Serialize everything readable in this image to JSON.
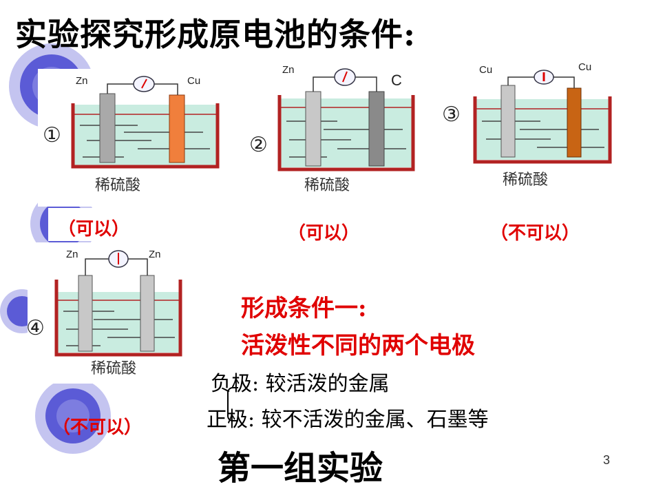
{
  "slide": {
    "title": "实验探究形成原电池的条件:",
    "page_number": "3",
    "footer": "第一组实验"
  },
  "cells": [
    {
      "number": "①",
      "left_electrode": "Zn",
      "right_electrode": "Cu",
      "solution": "稀硫酸",
      "result": "（可以）",
      "left_color": "#a9a9a9",
      "right_color": "#f07f3c"
    },
    {
      "number": "②",
      "left_electrode": "Zn",
      "right_electrode": "C",
      "solution": "稀硫酸",
      "result": "（可以）",
      "left_color": "#c8c8c8",
      "right_color": "#8a8a8a"
    },
    {
      "number": "③",
      "left_electrode": "Cu",
      "right_electrode": "Cu",
      "solution": "稀硫酸",
      "result": "（不可以）",
      "left_color": "#c8c8c8",
      "right_color": "#c86414"
    },
    {
      "number": "④",
      "left_electrode": "Zn",
      "right_electrode": "Zn",
      "solution": "稀硫酸",
      "result": "（不可以）",
      "left_color": "#c8c8c8",
      "right_color": "#c8c8c8"
    }
  ],
  "condition": {
    "heading": "形成条件一:",
    "statement": "活泼性不同的两个电极"
  },
  "poles": {
    "negative": "负极: 较活泼的金属",
    "positive": "正极: 较不活泼的金属、石墨等"
  },
  "colors": {
    "accent_red": "#e00000",
    "beaker": "#b22222",
    "liquid": "#c9ece0",
    "decor_blue": "#5b5bd6",
    "decor_light": "#c4c4f0"
  }
}
